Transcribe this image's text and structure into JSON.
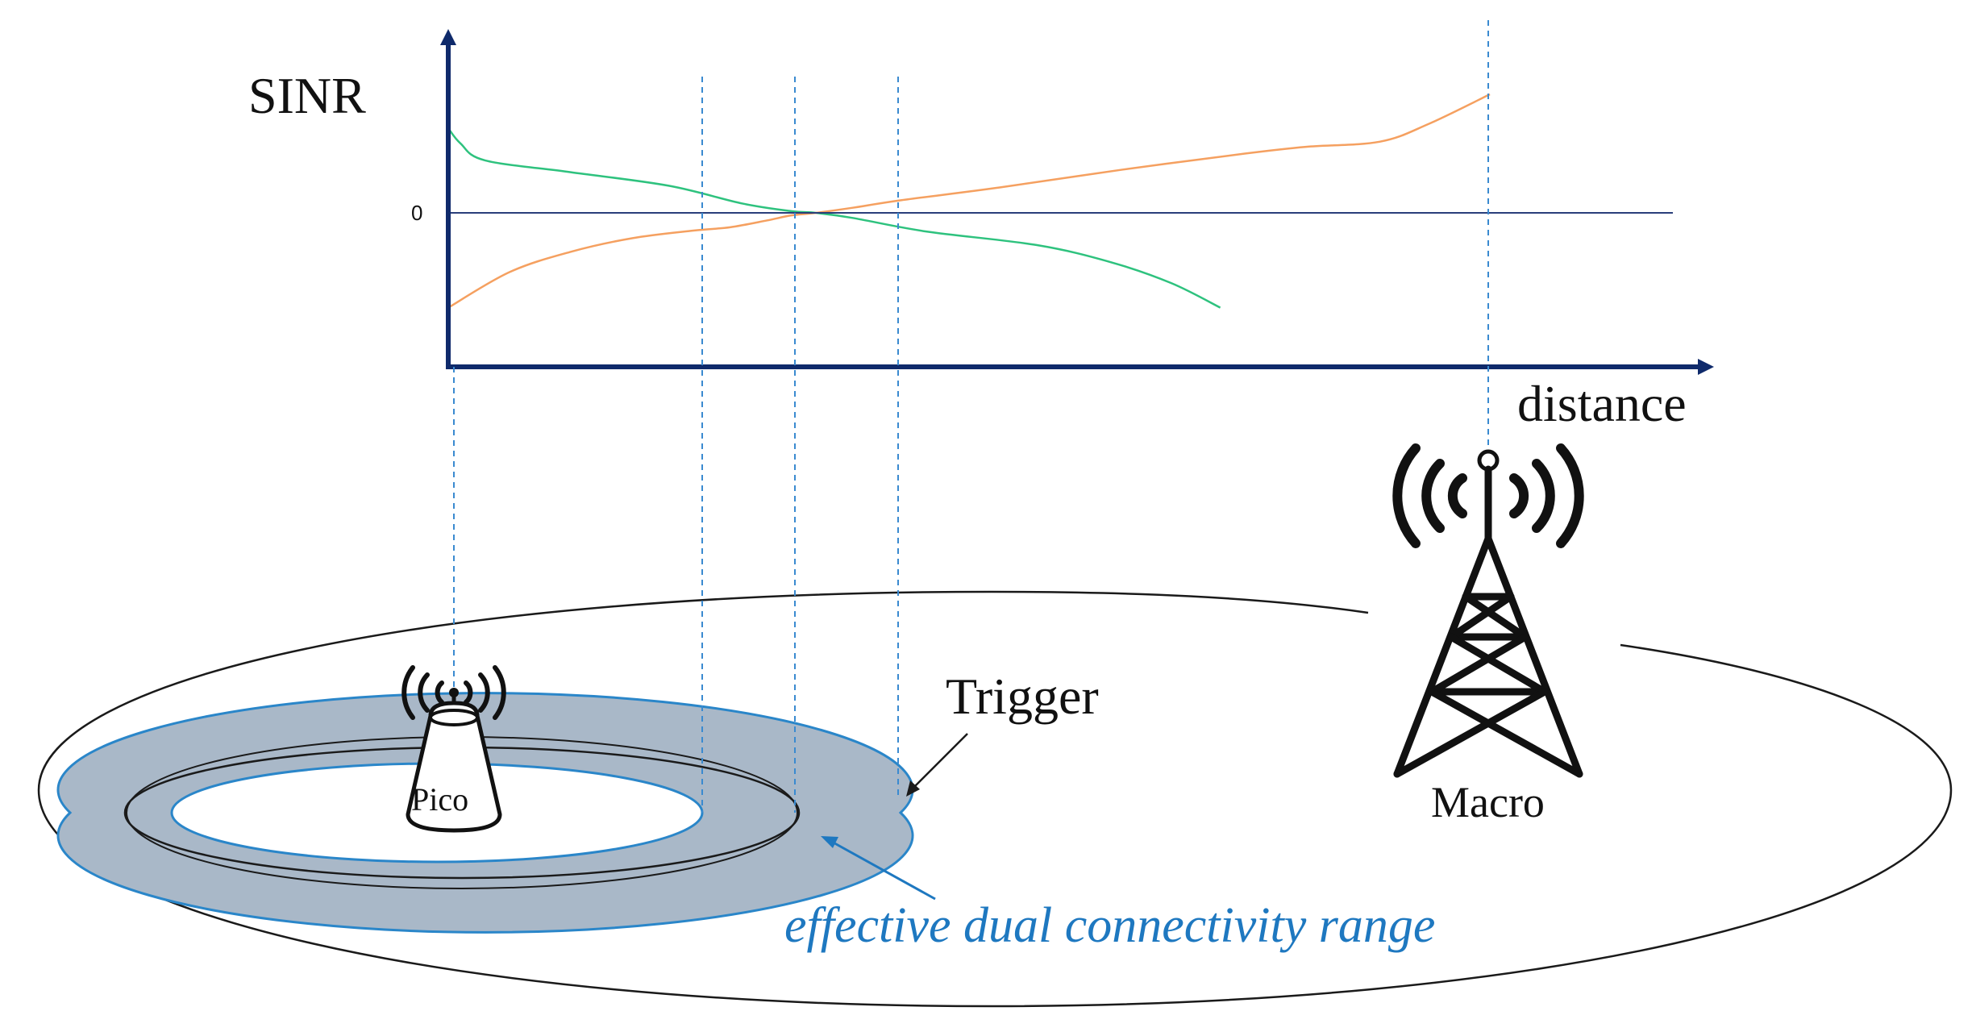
{
  "chart_data": {
    "type": "line",
    "ylabel": "SINR",
    "xlabel": "distance",
    "ytick_zero": "0",
    "xlim": [
      0,
      100
    ],
    "ylim": [
      -10,
      10
    ],
    "series": [
      {
        "color": "#2ec27e",
        "x": [
          0,
          1,
          3,
          10,
          18,
          24,
          28,
          30,
          33,
          39,
          48,
          54,
          59,
          63
        ],
        "y": [
          10,
          8.2,
          6.2,
          4.8,
          3.2,
          1.1,
          0.2,
          0.0,
          -0.6,
          -2.2,
          -3.8,
          -5.8,
          -8.3,
          -11.2
        ]
      },
      {
        "color": "#f5a060",
        "x": [
          0,
          5,
          10,
          15,
          20,
          23,
          26,
          28,
          30,
          33,
          37,
          45,
          55,
          65,
          70,
          76,
          80,
          85
        ],
        "y": [
          -11.2,
          -7.0,
          -4.6,
          -3.0,
          -2.1,
          -1.7,
          -0.9,
          -0.3,
          0.0,
          0.6,
          1.5,
          3.0,
          5.1,
          7.0,
          7.8,
          8.4,
          10.5,
          14.0
        ]
      }
    ]
  },
  "labels": {
    "trigger": "Trigger",
    "pico": "Pico",
    "macro": "Macro",
    "range": "effective dual connectivity range"
  },
  "colors": {
    "axis": "#0f2a6b",
    "dashed": "#3a8ad0",
    "ring_fill": "#a9b8c8",
    "ring_stroke": "#2a86c9",
    "range_text": "#1e78c0"
  },
  "icons": {
    "pico": "pico-cell-antenna-icon",
    "macro": "macro-cell-tower-icon"
  }
}
